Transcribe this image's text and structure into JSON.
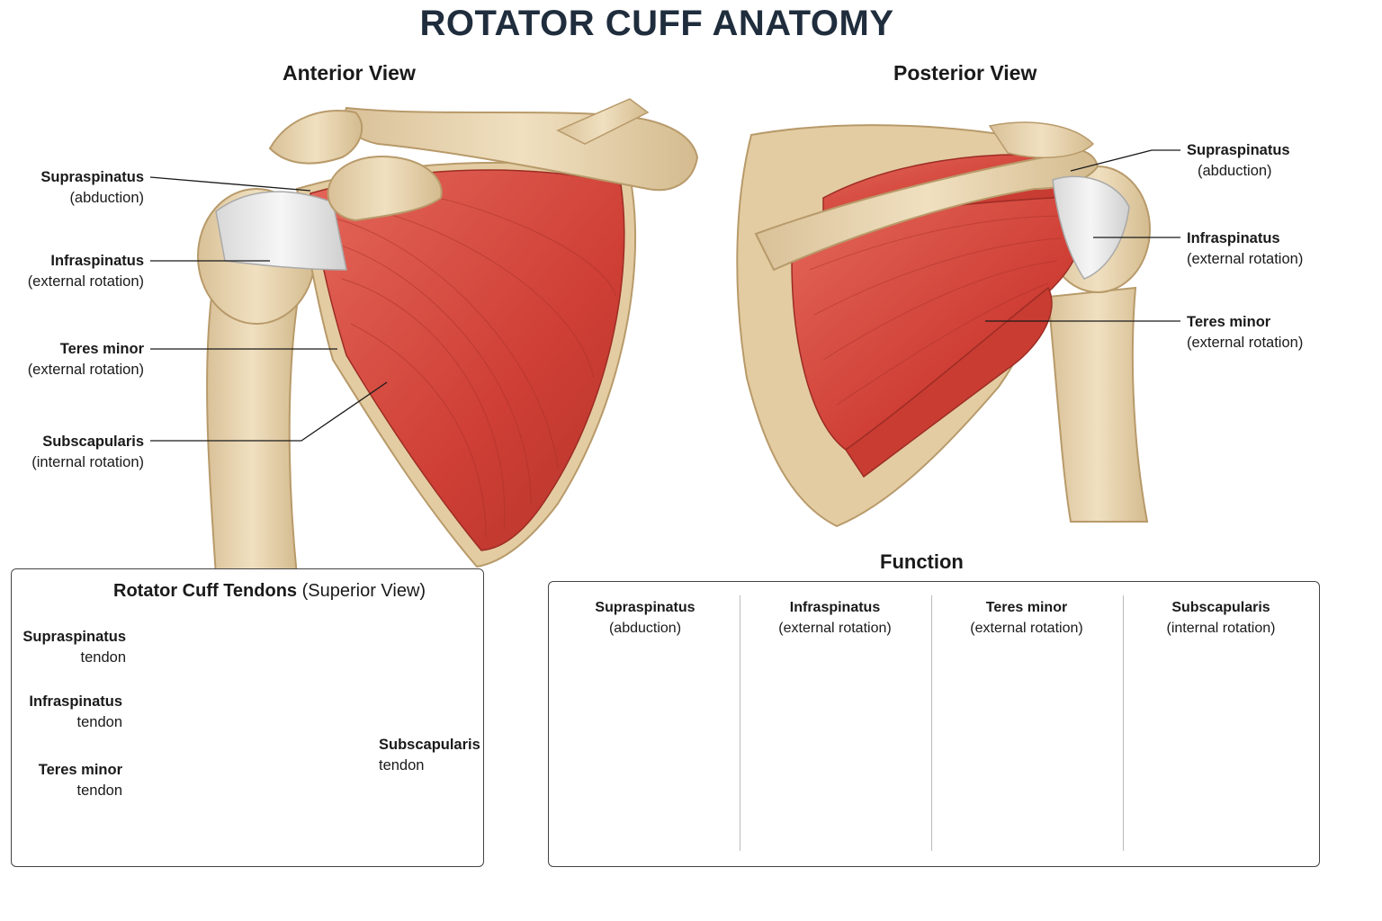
{
  "title": "ROTATOR CUFF ANATOMY",
  "anterior": {
    "title": "Anterior View",
    "labels": [
      {
        "name": "Supraspinatus",
        "action": "(abduction)"
      },
      {
        "name": "Infraspinatus",
        "action": "(external rotation)"
      },
      {
        "name": "Teres minor",
        "action": "(external rotation)"
      },
      {
        "name": "Subscapularis",
        "action": "(internal rotation)"
      }
    ]
  },
  "posterior": {
    "title": "Posterior View",
    "labels": [
      {
        "name": "Supraspinatus",
        "action": "(abduction)"
      },
      {
        "name": "Infraspinatus",
        "action": "(external rotation)"
      },
      {
        "name": "Teres minor",
        "action": "(external rotation)"
      }
    ]
  },
  "tendons": {
    "title": "Rotator Cuff Tendons",
    "subtitle": "(Superior View)",
    "labels": [
      {
        "name": "Supraspinatus",
        "action": "tendon"
      },
      {
        "name": "Infraspinatus",
        "action": "tendon"
      },
      {
        "name": "Teres minor",
        "action": "tendon"
      },
      {
        "name": "Subscapularis",
        "action": "tendon"
      }
    ]
  },
  "function": {
    "title": "Function",
    "items": [
      {
        "name": "Supraspinatus",
        "action": "(abduction)",
        "color": "#5a9a3a"
      },
      {
        "name": "Infraspinatus",
        "action": "(external rotation)",
        "color": "#2f7fb0"
      },
      {
        "name": "Teres minor",
        "action": "(external rotation)",
        "color": "#8a6cb0"
      },
      {
        "name": "Subscapularis",
        "action": "(internal rotation)",
        "color": "#d64a3e"
      }
    ]
  },
  "colors": {
    "muscle": "#d2473c",
    "bone": "#e6d2ad",
    "tendon": "#ebebeb",
    "title": "#1f2d3d"
  }
}
